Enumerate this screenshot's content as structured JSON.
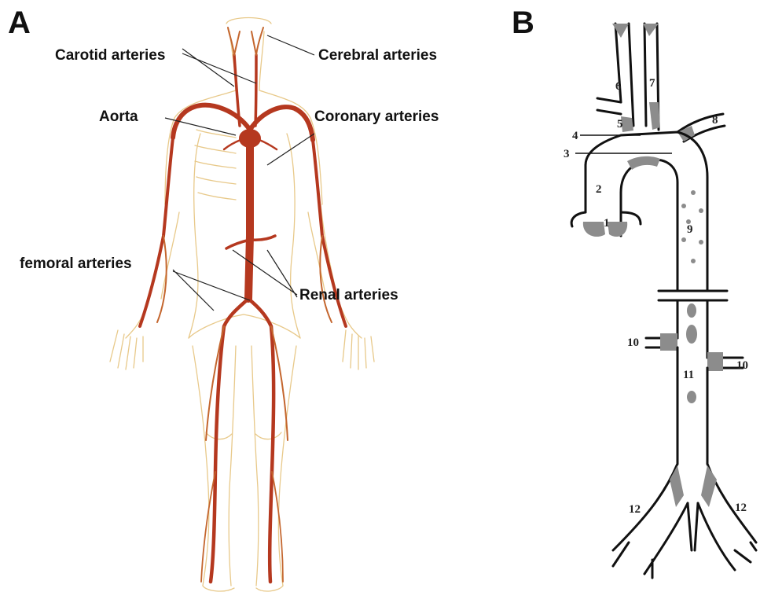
{
  "panel_a": {
    "letter": "A",
    "labels": {
      "carotid": "Carotid arteries",
      "cerebral": "Cerebral arteries",
      "aorta": "Aorta",
      "coronary": "Coronary arteries",
      "femoral": "femoral arteries",
      "renal": "Renal arteries"
    }
  },
  "panel_b": {
    "letter": "B",
    "numbers": {
      "n1": "1",
      "n2": "2",
      "n3": "3",
      "n4": "4",
      "n5": "5",
      "n6": "6",
      "n7": "7",
      "n8": "8",
      "n9": "9",
      "n10a": "10",
      "n10b": "10",
      "n11": "11",
      "n12a": "12",
      "n12b": "12"
    }
  },
  "colors": {
    "artery": "#b5381f",
    "artery_light": "#d8a45c",
    "plaque": "#8c8c8c",
    "outline": "#111111"
  }
}
